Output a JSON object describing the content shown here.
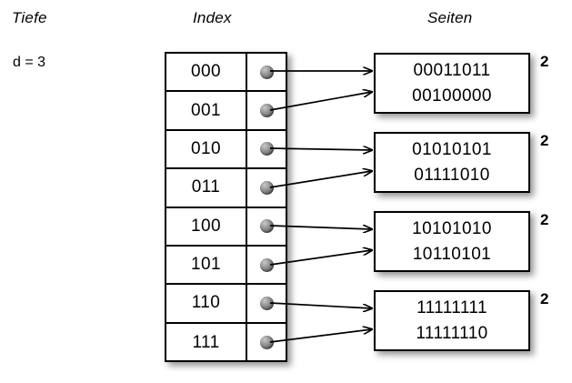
{
  "columns": {
    "depth_label": "Tiefe",
    "index_label": "Index",
    "pages_label": "Seiten"
  },
  "depth": {
    "text": "d = 3"
  },
  "index_entries": [
    {
      "key": "000",
      "pointer_icon": "bullet-icon",
      "page": 0
    },
    {
      "key": "001",
      "pointer_icon": "bullet-icon",
      "page": 0
    },
    {
      "key": "010",
      "pointer_icon": "bullet-icon",
      "page": 1
    },
    {
      "key": "011",
      "pointer_icon": "bullet-icon",
      "page": 1
    },
    {
      "key": "100",
      "pointer_icon": "bullet-icon",
      "page": 2
    },
    {
      "key": "101",
      "pointer_icon": "bullet-icon",
      "page": 2
    },
    {
      "key": "110",
      "pointer_icon": "bullet-icon",
      "page": 3
    },
    {
      "key": "111",
      "pointer_icon": "bullet-icon",
      "page": 3
    }
  ],
  "pages": [
    {
      "line1": "00011011",
      "line2": "00100000",
      "count": "2"
    },
    {
      "line1": "01010101",
      "line2": "01111010",
      "count": "2"
    },
    {
      "line1": "10101010",
      "line2": "10110101",
      "count": "2"
    },
    {
      "line1": "11111111",
      "line2": "11111110",
      "count": "2"
    }
  ],
  "colors": {
    "background": "#ffffff",
    "stroke": "#000000",
    "bullet": "#6b6b6b",
    "shadow": "rgba(0,0,0,0.42)"
  }
}
